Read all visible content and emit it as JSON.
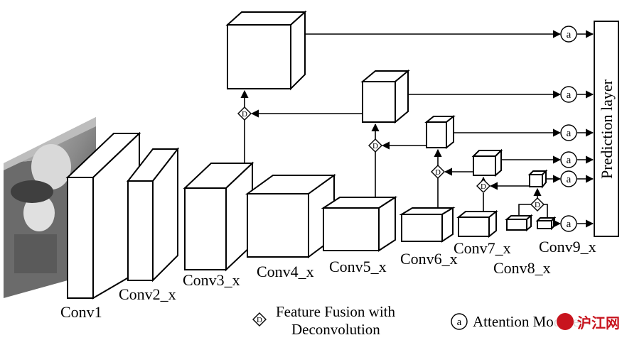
{
  "layers": {
    "conv1": "Conv1",
    "conv2": "Conv2_x",
    "conv3": "Conv3_x",
    "conv4": "Conv4_x",
    "conv5": "Conv5_x",
    "conv6": "Conv6_x",
    "conv7": "Conv7_x",
    "conv8": "Conv8_x",
    "conv9": "Conv9_x"
  },
  "prediction_layer": "Prediction layer",
  "fusion_symbol": "D",
  "attention_symbol": "a",
  "legend": {
    "fusion_line1": "Feature Fusion with",
    "fusion_line2": "Deconvolution",
    "attention": "Attention Modules"
  },
  "watermark": "沪江网"
}
